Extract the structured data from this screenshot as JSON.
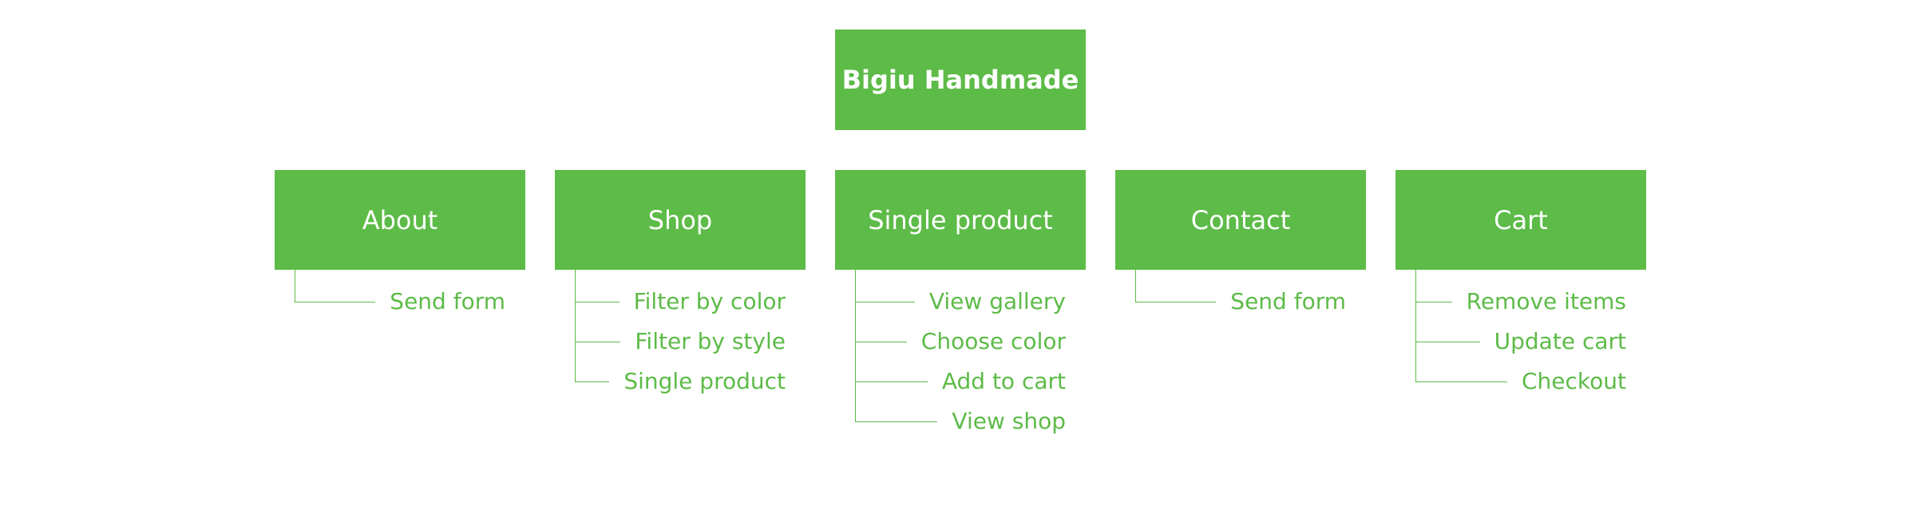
{
  "accent_color": "#5dbb48",
  "root": {
    "label": "Bigiu Handmade"
  },
  "sections": [
    {
      "label": "About",
      "items": [
        "Send form"
      ]
    },
    {
      "label": "Shop",
      "items": [
        "Filter by color",
        "Filter by style",
        "Single product"
      ]
    },
    {
      "label": "Single product",
      "items": [
        "View gallery",
        "Choose color",
        "Add to cart",
        "View shop"
      ]
    },
    {
      "label": "Contact",
      "items": [
        "Send form"
      ]
    },
    {
      "label": "Cart",
      "items": [
        "Remove items",
        "Update cart",
        "Checkout"
      ]
    }
  ]
}
